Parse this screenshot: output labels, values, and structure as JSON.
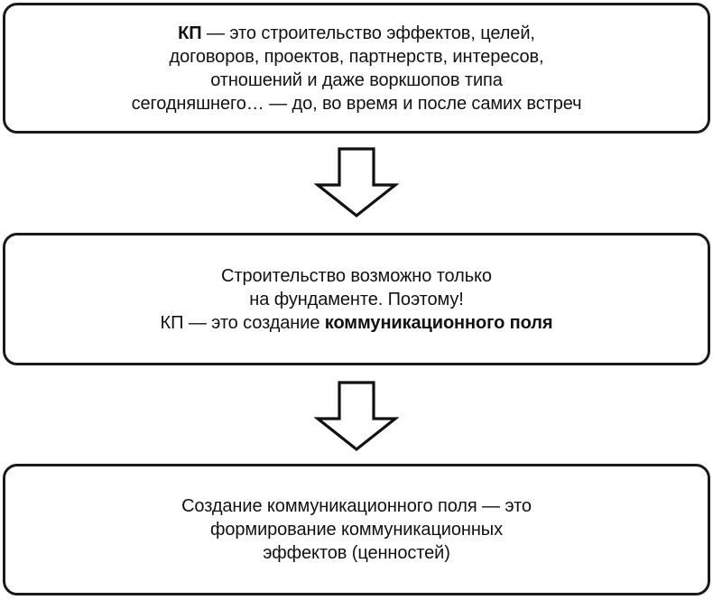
{
  "diagram": {
    "type": "flowchart",
    "orientation": "vertical",
    "background_color": "#ffffff",
    "border_color": "#1a1a1a",
    "text_color": "#111111",
    "nodes": [
      {
        "id": "node-1",
        "text_plain": "КП — это строительство эффектов, целей, договоров, проектов, партнерств, интересов, отношений и даже воркшопов типа сегодняшнего… — до, во время и после самих встреч",
        "lines": [
          "КП — это строительство эффектов, целей,",
          "договоров, проектов, партнерств, интересов,",
          "отношений и даже воркшопов типа",
          "сегодняшнего… — до, во время и после самих встреч"
        ],
        "bold_segments": [
          "КП"
        ]
      },
      {
        "id": "node-2",
        "text_plain": "Строительство возможно только на фундаменте. Поэтому! КП — это создание коммуникационного поля",
        "lines": [
          "Строительство возможно только",
          "на фундаменте. Поэтому!",
          "КП — это создание коммуникационного поля"
        ],
        "bold_segments": [
          "коммуникационного поля"
        ]
      },
      {
        "id": "node-3",
        "text_plain": "Создание коммуникационного поля — это формирование коммуникационных эффектов (ценностей)",
        "lines": [
          "Создание коммуникационного поля — это",
          "формирование коммуникационных",
          "эффектов (ценностей)"
        ],
        "bold_segments": []
      }
    ],
    "connectors": [
      {
        "id": "connector-1",
        "icon": "down-arrow-icon",
        "from": "node-1",
        "to": "node-2"
      },
      {
        "id": "connector-2",
        "icon": "down-arrow-icon",
        "from": "node-2",
        "to": "node-3"
      }
    ]
  }
}
